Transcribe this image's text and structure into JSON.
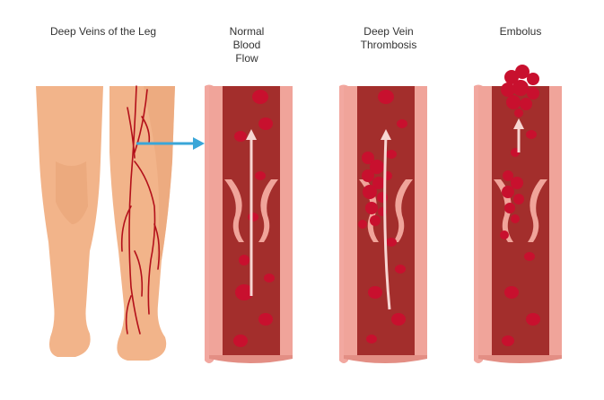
{
  "labels": {
    "legs": "Deep Veins of the Leg",
    "normal_line1": "Normal",
    "normal_line2": "Blood",
    "normal_line3": "Flow",
    "dvt_line1": "Deep Vein",
    "dvt_line2": "Thrombosis",
    "embolus": "Embolus"
  },
  "colors": {
    "skin": "#f2b48a",
    "skin_shadow": "#e49a6e",
    "vein": "#b3101a",
    "vessel_wall": "#f0a49a",
    "vessel_lumen": "#a8302e",
    "blood_cell": "#c8102e",
    "arrow_blue": "#3aa6d8",
    "flow_arrow": "#f7d6d2"
  }
}
